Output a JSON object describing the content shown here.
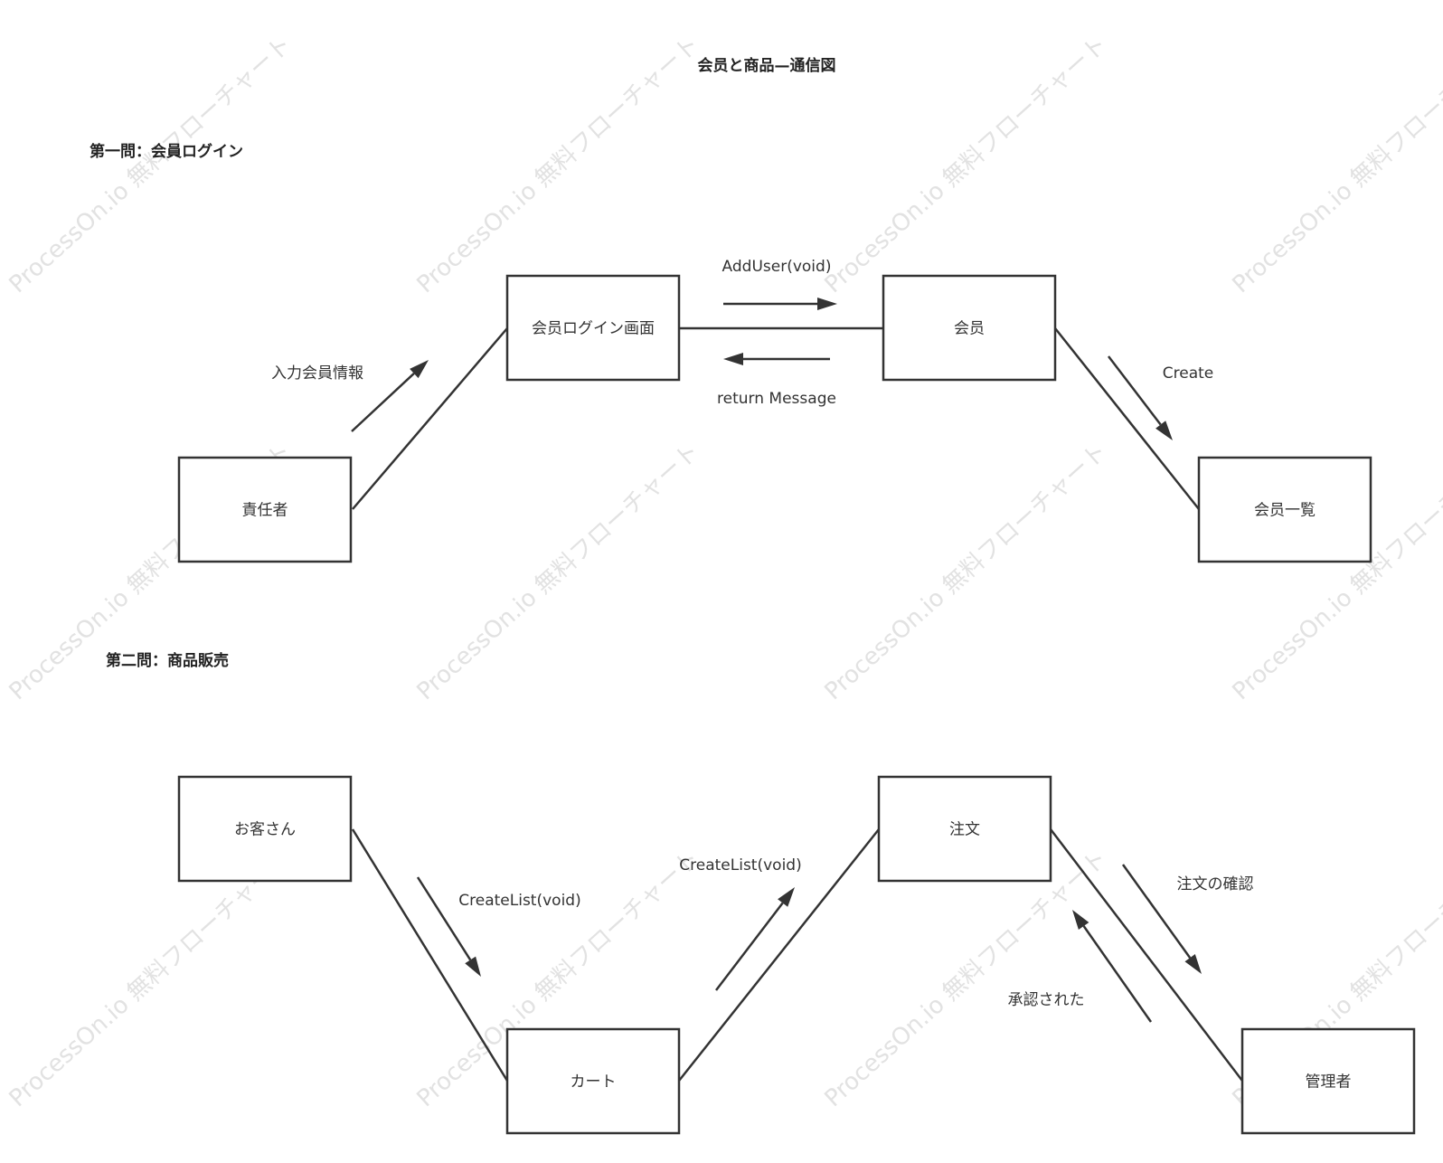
{
  "title": "会员と商品—通信図",
  "watermark": "ProcessOn.io 無料フローチャート",
  "sections": [
    {
      "id": "s1",
      "heading": "第一問：会員ログイン",
      "nodes": [
        {
          "id": "sekininsha",
          "label": "責任者"
        },
        {
          "id": "login_screen",
          "label": "会员ログイン画面"
        },
        {
          "id": "kaiin",
          "label": "会员"
        },
        {
          "id": "kaiin_list",
          "label": "会员一覧"
        }
      ],
      "links": [
        {
          "from": "sekininsha",
          "to": "login_screen"
        },
        {
          "from": "login_screen",
          "to": "kaiin"
        },
        {
          "from": "kaiin",
          "to": "kaiin_list"
        }
      ],
      "messages": [
        {
          "label": "入力会員情報",
          "from": "sekininsha",
          "to": "login_screen"
        },
        {
          "label": "AddUser(void)",
          "from": "login_screen",
          "to": "kaiin"
        },
        {
          "label": "return Message",
          "from": "kaiin",
          "to": "login_screen"
        },
        {
          "label": "Create",
          "from": "kaiin",
          "to": "kaiin_list"
        }
      ]
    },
    {
      "id": "s2",
      "heading": "第二問：商品販売",
      "nodes": [
        {
          "id": "okyakusan",
          "label": "お客さん"
        },
        {
          "id": "cart",
          "label": "カート"
        },
        {
          "id": "chumon",
          "label": "注文"
        },
        {
          "id": "kanrisha",
          "label": "管理者"
        }
      ],
      "links": [
        {
          "from": "okyakusan",
          "to": "cart"
        },
        {
          "from": "cart",
          "to": "chumon"
        },
        {
          "from": "chumon",
          "to": "kanrisha"
        }
      ],
      "messages": [
        {
          "label": "CreateList(void)",
          "from": "okyakusan",
          "to": "cart"
        },
        {
          "label": "CreateList(void)",
          "from": "cart",
          "to": "chumon"
        },
        {
          "label": "注文の確認",
          "from": "chumon",
          "to": "kanrisha"
        },
        {
          "label": "承認された",
          "from": "kanrisha",
          "to": "chumon"
        }
      ]
    }
  ]
}
